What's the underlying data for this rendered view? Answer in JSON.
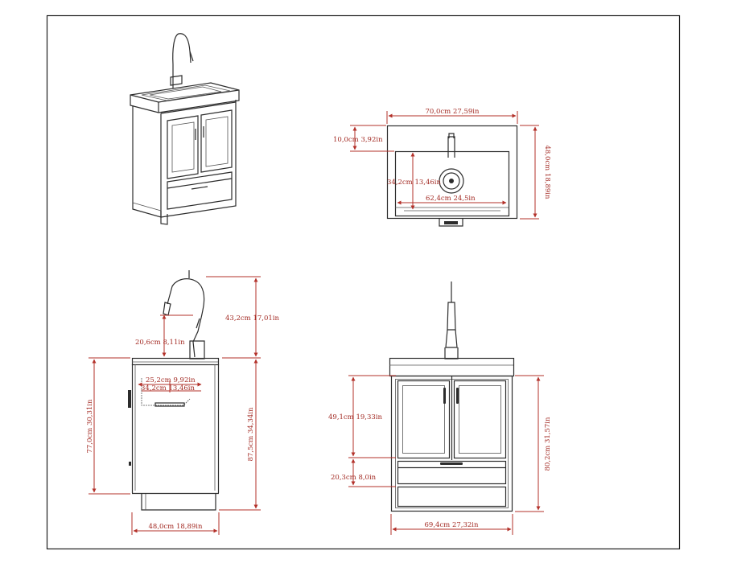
{
  "dimensions": {
    "top_width": "70,0cm 27,59in",
    "top_depth": "48,0cm 18,89in",
    "top_back_gap": "10,0cm 3,92in",
    "top_basin_front_back": "34,2cm 13,46in",
    "top_basin_width": "62,4cm 24,5in",
    "side_faucet_height": "43,2cm 17,01in",
    "side_faucet_reach": "20,6cm 8,11in",
    "side_basin_depth": "25,2cm 9,92in",
    "side_basin_front_back": "34,2cm 13,46in",
    "side_cabinet_height": "77,0cm 30,31in",
    "side_total_height": "87,5cm 34,34in",
    "side_depth": "48,0cm 18,89in",
    "front_door_height": "49,1cm 19,33in",
    "front_drawer_height": "20,3cm 8,0in",
    "front_total_height": "80,2cm 31,57in",
    "front_width": "69,4cm 27,32in"
  },
  "colors": {
    "dimension": "#a32b24",
    "outline": "#2c2c2c",
    "frame": "#1e1e1e"
  }
}
